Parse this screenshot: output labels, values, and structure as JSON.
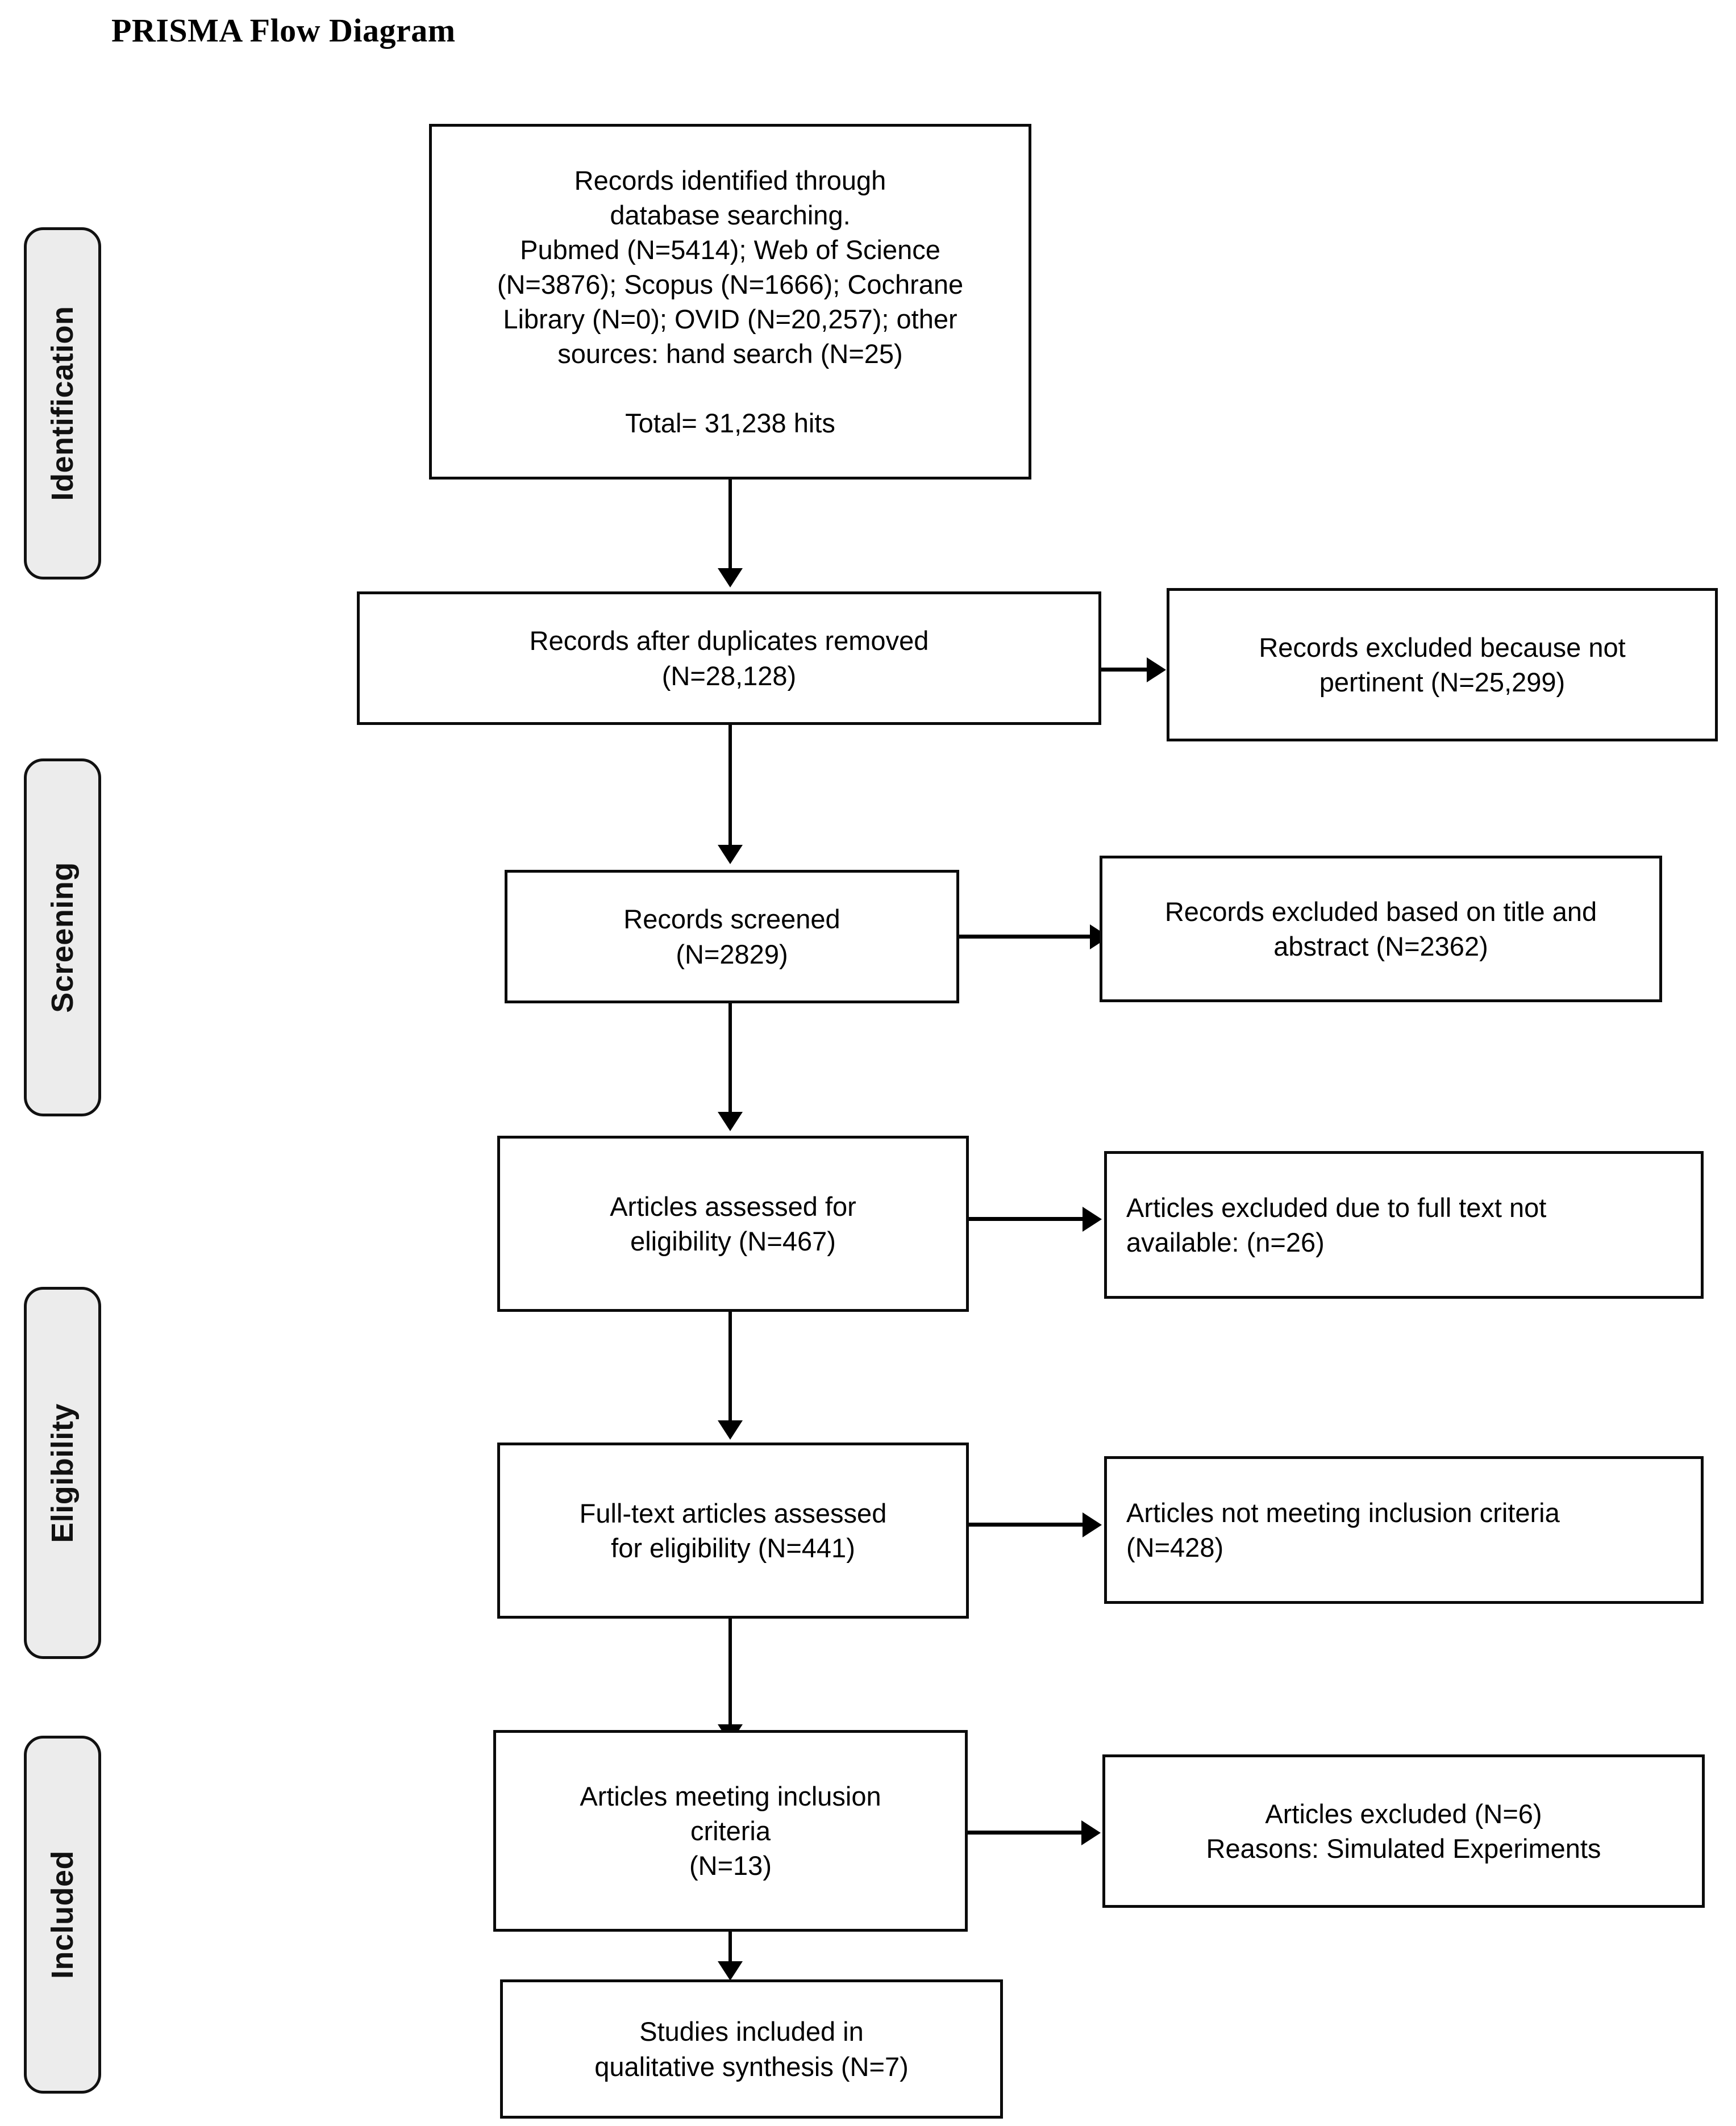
{
  "title": "PRISMA Flow Diagram",
  "phases": [
    {
      "id": "identification",
      "label": "Identification"
    },
    {
      "id": "screening",
      "label": "Screening"
    },
    {
      "id": "eligibility",
      "label": "Eligibility"
    },
    {
      "id": "included",
      "label": "Included"
    }
  ],
  "chart_data": {
    "type": "diagram",
    "title": "PRISMA Flow Diagram",
    "phases": [
      "Identification",
      "Screening",
      "Eligibility",
      "Included"
    ],
    "nodes": [
      {
        "id": "identified",
        "phase": "Identification",
        "text": "Records identified through database searching.\nPubmed (N=5414); Web of Science (N=3876); Scopus (N=1666); Cochrane Library (N=0); OVID (N=20,257); other sources: hand search (N=25)\n\nTotal= 31,238 hits",
        "value": 31238,
        "sources": [
          {
            "name": "Pubmed",
            "n": 5414
          },
          {
            "name": "Web of Science",
            "n": 3876
          },
          {
            "name": "Scopus",
            "n": 1666
          },
          {
            "name": "Cochrane Library",
            "n": 0
          },
          {
            "name": "OVID",
            "n": 20257
          },
          {
            "name": "other sources: hand search",
            "n": 25
          }
        ]
      },
      {
        "id": "after-duplicates",
        "phase": "Screening",
        "text": "Records after duplicates removed\n(N=28,128)",
        "value": 28128
      },
      {
        "id": "excluded-not-pertinent",
        "phase": "Screening",
        "text": "Records excluded because not pertinent (N=25,299)",
        "value": 25299
      },
      {
        "id": "screened",
        "phase": "Screening",
        "text": "Records screened\n(N=2829)",
        "value": 2829
      },
      {
        "id": "excluded-title-abstract",
        "phase": "Screening",
        "text": "Records excluded based on title and abstract (N=2362)",
        "value": 2362
      },
      {
        "id": "assessed-eligibility",
        "phase": "Eligibility",
        "text": "Articles assessed for eligibility (N=467)",
        "value": 467
      },
      {
        "id": "excluded-no-fulltext",
        "phase": "Eligibility",
        "text": "Articles excluded due to full text not available:  (n=26)",
        "value": 26
      },
      {
        "id": "fulltext-assessed",
        "phase": "Eligibility",
        "text": "Full-text articles assessed for eligibility (N=441)",
        "value": 441
      },
      {
        "id": "excluded-criteria",
        "phase": "Eligibility",
        "text": "Articles not meeting inclusion criteria (N=428)",
        "value": 428
      },
      {
        "id": "meeting-criteria",
        "phase": "Included",
        "text": "Articles meeting inclusion criteria\n(N=13)",
        "value": 13
      },
      {
        "id": "excluded-simulated",
        "phase": "Included",
        "text": "Articles excluded (N=6)\nReasons: Simulated Experiments",
        "value": 6
      },
      {
        "id": "included-qualitative",
        "phase": "Included",
        "text": "Studies included in qualitative synthesis (N=7)",
        "value": 7
      }
    ],
    "edges": [
      {
        "from": "identified",
        "to": "after-duplicates",
        "direction": "down"
      },
      {
        "from": "after-duplicates",
        "to": "excluded-not-pertinent",
        "direction": "right"
      },
      {
        "from": "after-duplicates",
        "to": "screened",
        "direction": "down"
      },
      {
        "from": "screened",
        "to": "excluded-title-abstract",
        "direction": "right"
      },
      {
        "from": "screened",
        "to": "assessed-eligibility",
        "direction": "down"
      },
      {
        "from": "assessed-eligibility",
        "to": "excluded-no-fulltext",
        "direction": "right"
      },
      {
        "from": "assessed-eligibility",
        "to": "fulltext-assessed",
        "direction": "down"
      },
      {
        "from": "fulltext-assessed",
        "to": "excluded-criteria",
        "direction": "right"
      },
      {
        "from": "fulltext-assessed",
        "to": "meeting-criteria",
        "direction": "down"
      },
      {
        "from": "meeting-criteria",
        "to": "excluded-simulated",
        "direction": "right"
      },
      {
        "from": "meeting-criteria",
        "to": "included-qualitative",
        "direction": "down"
      }
    ]
  },
  "boxes": {
    "identified": "Records identified through\ndatabase searching.\nPubmed (N=5414); Web of Science\n(N=3876); Scopus (N=1666); Cochrane\nLibrary (N=0); OVID (N=20,257); other\nsources: hand search (N=25)\n\nTotal= 31,238 hits",
    "after_duplicates": "Records after duplicates removed\n(N=28,128)",
    "excluded_not_pertinent": "Records excluded because not\npertinent (N=25,299)",
    "screened": "Records screened\n(N=2829)",
    "excluded_title_abstract": "Records excluded based on title and\nabstract (N=2362)",
    "assessed_eligibility": "Articles assessed for\neligibility (N=467)",
    "excluded_no_fulltext": "Articles excluded due to full text not\navailable:  (n=26)",
    "fulltext_assessed": "Full-text articles assessed\nfor eligibility (N=441)",
    "excluded_criteria": "Articles not meeting inclusion criteria\n(N=428)",
    "meeting_criteria": "Articles meeting inclusion\ncriteria\n(N=13)",
    "excluded_simulated": "Articles excluded (N=6)\nReasons: Simulated Experiments",
    "included_qualitative": "Studies included in\nqualitative synthesis (N=7)"
  },
  "colors": {
    "stroke": "#0b0b0b",
    "pill_fill": "#ececec",
    "background": "#ffffff",
    "text": "#000000"
  }
}
